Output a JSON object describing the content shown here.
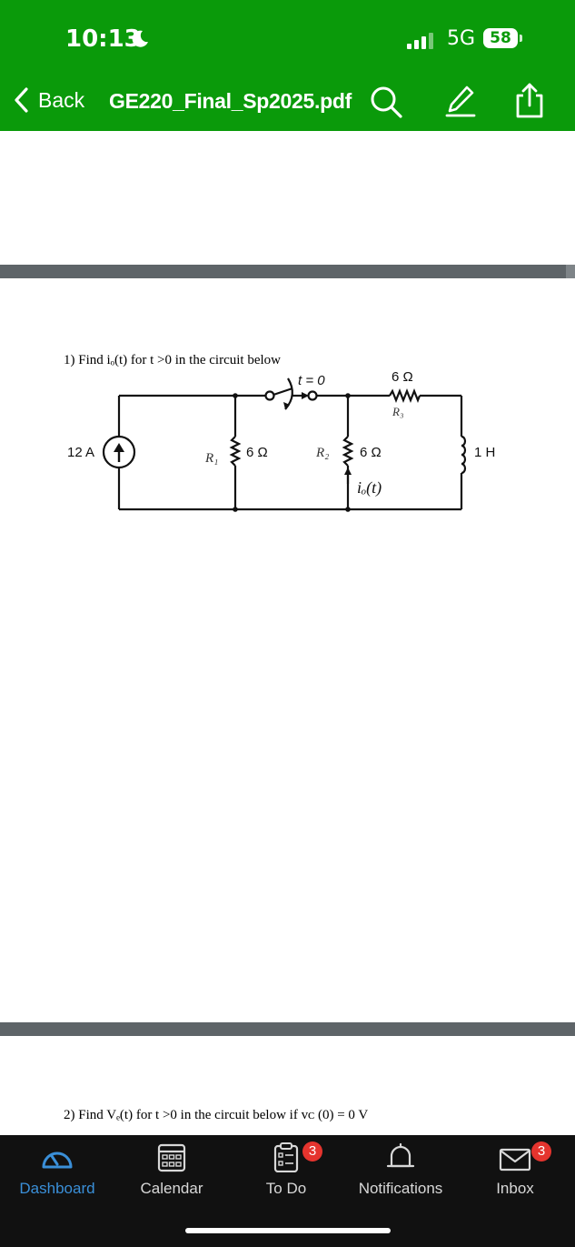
{
  "status_bar": {
    "time": "10:13",
    "network": "5G",
    "battery": "58"
  },
  "nav": {
    "back_label": "Back",
    "title": "GE220_Final_Sp2025.pdf"
  },
  "document": {
    "q1": "1) Find iₒ(t) for t >0 in the circuit below",
    "q2": "2) Find Vₑ(t) for t >0 in the circuit below if vᴄ (0) = 0 V",
    "circuit": {
      "source": "12 A",
      "switch": "t = 0",
      "r1_label": "R₁",
      "r1_value": "6 Ω",
      "r2_label": "R₂",
      "r2_value": "6 Ω",
      "r3_label": "R₃",
      "r3_value": "6 Ω",
      "inductor": "1 H",
      "current": "iₒ(t)"
    }
  },
  "tabs": [
    {
      "label": "Dashboard",
      "icon": "dashboard-icon",
      "active": true
    },
    {
      "label": "Calendar",
      "icon": "calendar-icon",
      "active": false
    },
    {
      "label": "To Do",
      "icon": "todo-icon",
      "active": false,
      "badge": "3"
    },
    {
      "label": "Notifications",
      "icon": "bell-icon",
      "active": false
    },
    {
      "label": "Inbox",
      "icon": "inbox-icon",
      "active": false,
      "badge": "3"
    }
  ],
  "colors": {
    "header": "#0a9a0a",
    "tabbar": "#111111",
    "active_tab": "#3a8fd8",
    "badge": "#e5342e"
  }
}
